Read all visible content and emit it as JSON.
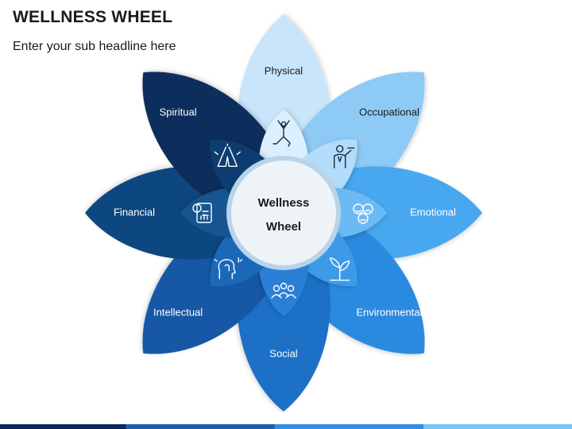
{
  "header": {
    "title": "WELLNESS WHEEL",
    "subtitle": "Enter your sub headline here"
  },
  "center": {
    "line1": "Wellness",
    "line2": "Wheel"
  },
  "petals": [
    {
      "id": "physical",
      "label": "Physical",
      "angle": -90,
      "outer": "#c9e5fb",
      "inner": "#dcefff",
      "text": "#1a1a1a",
      "icon": "yoga-pose-icon"
    },
    {
      "id": "occupational",
      "label": "Occupational",
      "angle": -45,
      "outer": "#8dcaf6",
      "inner": "#b3dcfa",
      "text": "#1a1a1a",
      "icon": "waiter-icon"
    },
    {
      "id": "emotional",
      "label": "Emotional",
      "angle": 0,
      "outer": "#46a7ef",
      "inner": "#6cbaf3",
      "text": "#ffffff",
      "icon": "emoji-faces-icon"
    },
    {
      "id": "environmental",
      "label": "Environmental",
      "angle": 45,
      "outer": "#2a8ae0",
      "inner": "#3d9ae8",
      "text": "#ffffff",
      "icon": "plant-icon"
    },
    {
      "id": "social",
      "label": "Social",
      "angle": 90,
      "outer": "#1a6fc6",
      "inner": "#2b80d6",
      "text": "#ffffff",
      "icon": "people-group-icon"
    },
    {
      "id": "intellectual",
      "label": "Intellectual",
      "angle": 135,
      "outer": "#1559a6",
      "inner": "#1a67b8",
      "text": "#ffffff",
      "icon": "brain-ideas-icon"
    },
    {
      "id": "financial",
      "label": "Financial",
      "angle": 180,
      "outer": "#0e4680",
      "inner": "#14548f",
      "text": "#ffffff",
      "icon": "financial-report-icon"
    },
    {
      "id": "spiritual",
      "label": "Spiritual",
      "angle": -135,
      "outer": "#0b2f5c",
      "inner": "#0f3d70",
      "text": "#ffffff",
      "icon": "praying-hands-icon"
    }
  ]
}
